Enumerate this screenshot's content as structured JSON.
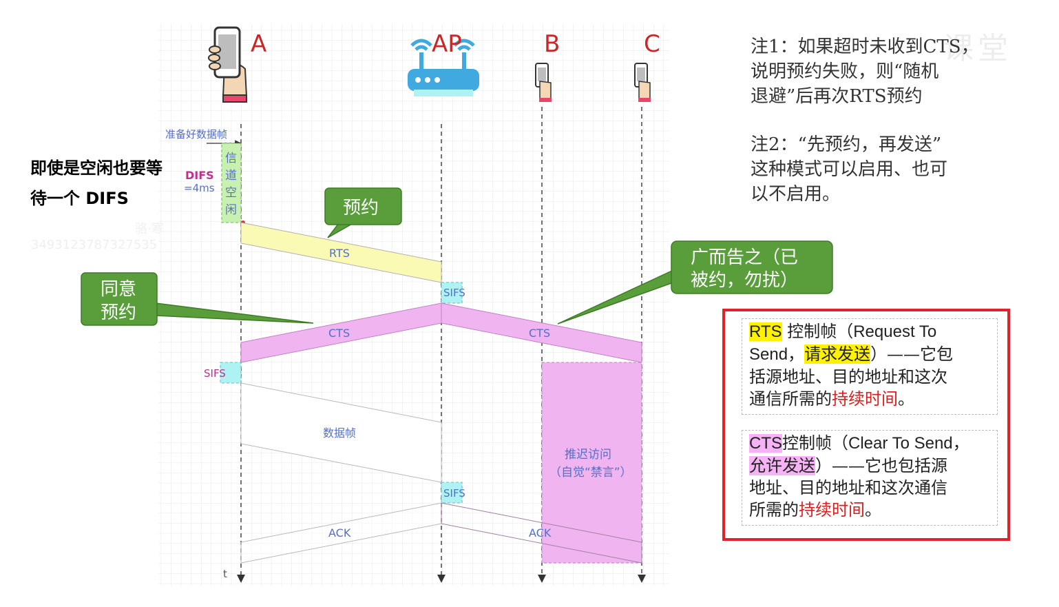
{
  "stations": {
    "a": "A",
    "ap": "AP",
    "b": "B",
    "c": "C"
  },
  "timeline": {
    "ready_label": "准备好数据帧",
    "channel_idle": [
      "信",
      "道",
      "空",
      "闲"
    ],
    "difs_label": "DIFS",
    "difs_value": "=4ms",
    "time_axis": "t"
  },
  "frames": {
    "rts": "RTS",
    "cts_a": "CTS",
    "cts_c": "CTS",
    "sifs_ap_1": "SIFS",
    "sifs_a": "SIFS",
    "data_frame": "数据帧",
    "sifs_ap_2": "SIFS",
    "ack_a": "ACK",
    "ack_c": "ACK",
    "defer_line1": "推迟访问",
    "defer_line2": "（自觉“禁言”）"
  },
  "callouts": {
    "reserve": "预约",
    "agree_line1": "同意",
    "agree_line2": "预约",
    "announce_line1": "广而告之（已",
    "announce_line2": "被约，勿扰）"
  },
  "left_note": {
    "line1": "即使是空闲也要等",
    "line2": "待一个 DIFS"
  },
  "watermark": {
    "text": "课堂",
    "faint_id": "3493123787327535",
    "faint_user": "骆·寒"
  },
  "notes": {
    "note1_line1": "注1：如果超时未收到CTS，",
    "note1_line2": "说明预约失败，则“随机",
    "note1_line3": "退避”后再次RTS预约",
    "note2_line1": "注2：“先预约，再发送”",
    "note2_line2": "这种模式可以启用、也可",
    "note2_line3": "以不启用。"
  },
  "definitions": {
    "rts": {
      "abbr": "RTS",
      "part1": " 控制帧（",
      "english_1": "Request To",
      "english_2": "Send，",
      "meaning": "请求发送",
      "part2": "）——它包",
      "part3": "括源地址、目的地址和这次",
      "part4": "通信所需的",
      "duration": "持续时间",
      "end": "。"
    },
    "cts": {
      "abbr": "CTS",
      "part1": "控制帧（",
      "english": "Clear To Send，",
      "meaning": "允许发送",
      "part2": "）——它也包括源",
      "part3": "地址、目的地址和这次通信",
      "part4": "所需的",
      "duration": "持续时间",
      "end": "。"
    }
  },
  "colors": {
    "grid": "#e6e6e6",
    "rts_fill": "#fafab4",
    "cts_fill": "#f0b4f0",
    "sifs_fill": "#aef2f4",
    "difs_fill": "#c8f0b0",
    "callout_green": "#5a9e3c",
    "label_blue": "#5470c6",
    "difs_text": "#c0308c",
    "frame_red": "#e1212b",
    "router_blue": "#3fa9e0"
  },
  "icons": [
    "hand-phone-icon",
    "router-icon",
    "small-phone-icon"
  ]
}
